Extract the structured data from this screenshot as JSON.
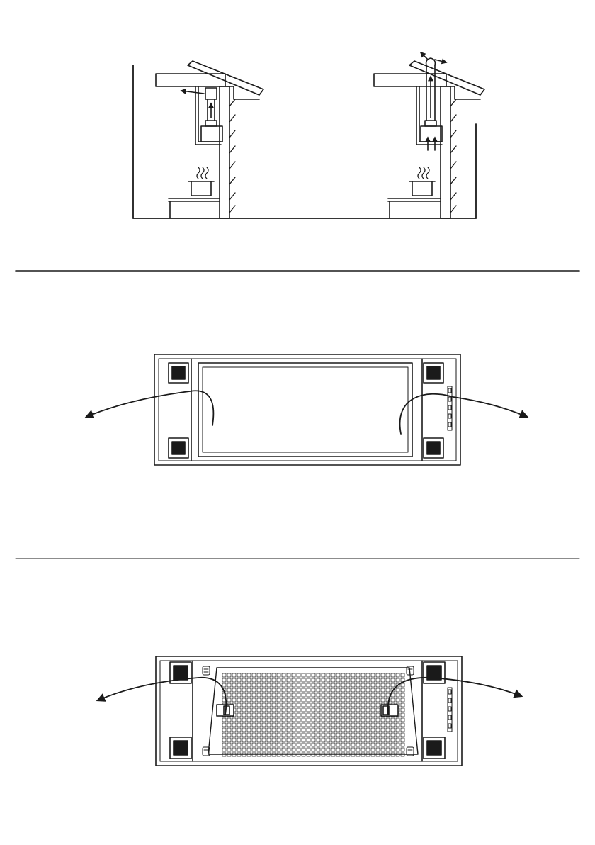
{
  "figures": [
    {
      "name": "installation-section-views"
    },
    {
      "name": "hood-underside-with-panel"
    },
    {
      "name": "hood-underside-with-filter-grid"
    }
  ],
  "colors": {
    "ink": "#1a1a1a",
    "paper": "#ffffff"
  },
  "icons": [
    "pot-icon",
    "steam-icon",
    "airflow-arrow-icon",
    "curved-arrow-icon",
    "filter-grid-icon",
    "motor-block-icon",
    "control-buttons-icon"
  ]
}
